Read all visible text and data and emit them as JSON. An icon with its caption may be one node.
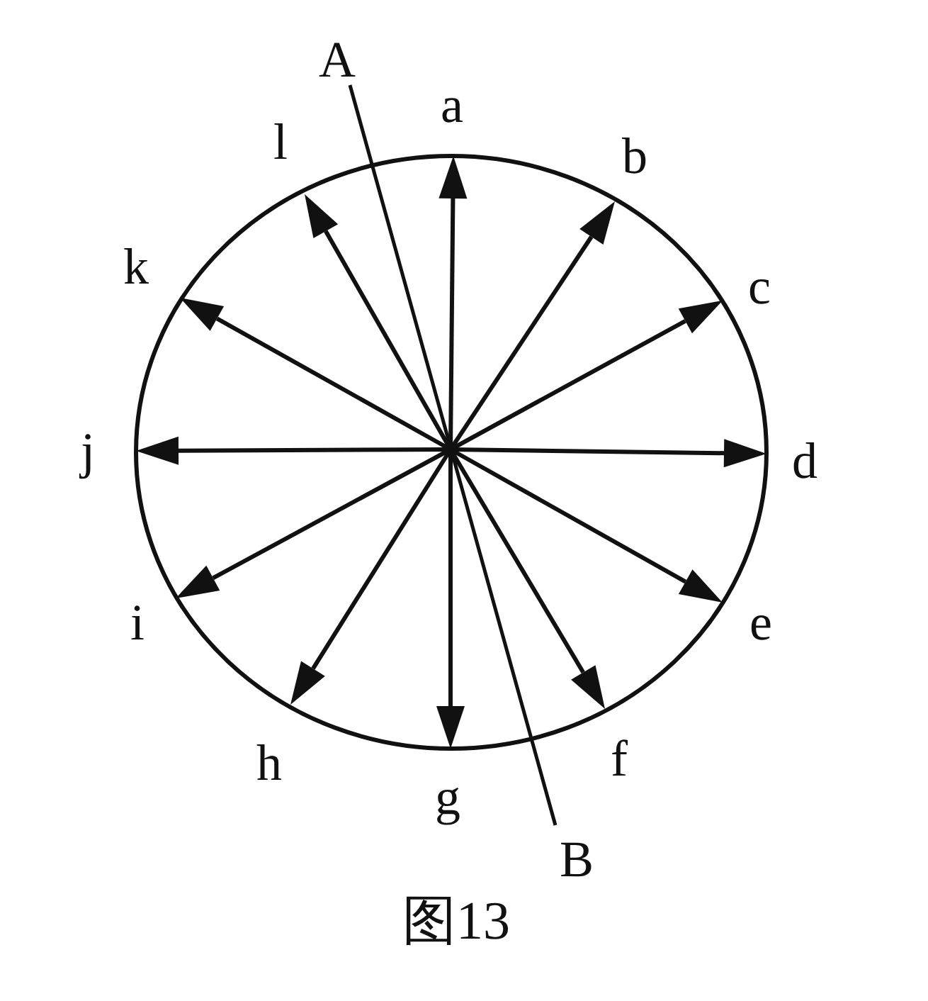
{
  "diagram": {
    "caption": "图13",
    "labels": [
      "A",
      "a",
      "l",
      "b",
      "k",
      "c",
      "j",
      "d",
      "i",
      "e",
      "h",
      "f",
      "g",
      "B"
    ]
  }
}
